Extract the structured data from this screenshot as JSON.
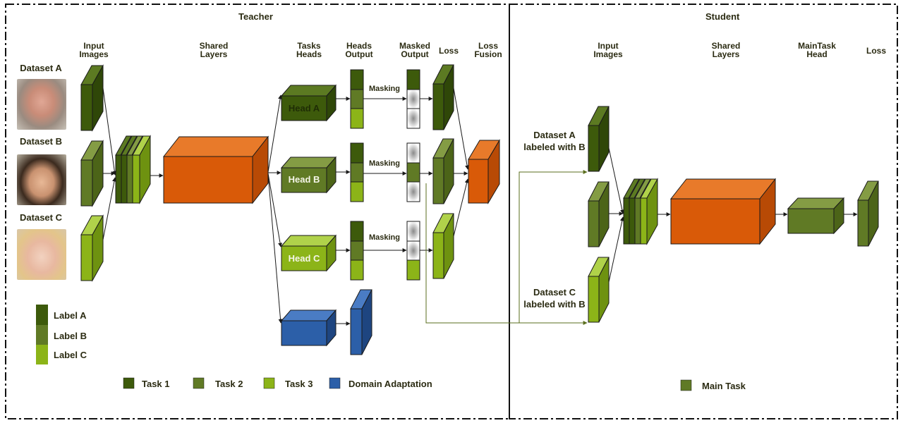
{
  "colors": {
    "task1": "#3d5a0b",
    "task2": "#607a25",
    "task3": "#8cb418",
    "shared": "#d95a08",
    "domain": "#2c5fa8",
    "main_task": "#607a25",
    "edge": "#1a1a1a",
    "teacher_student_link": "#5a6e1e"
  },
  "teacher": {
    "title": "Teacher",
    "headers": {
      "input_images": [
        "Input",
        "Images"
      ],
      "shared_layers": [
        "Shared",
        "Layers"
      ],
      "tasks_heads": [
        "Tasks",
        "Heads"
      ],
      "heads_output": [
        "Heads",
        "Output"
      ],
      "masked_output": [
        "Masked",
        "Output"
      ],
      "loss": "Loss",
      "loss_fusion": [
        "Loss",
        "Fusion"
      ]
    },
    "datasets": [
      "Dataset A",
      "Dataset B",
      "Dataset C"
    ],
    "heads": [
      "Head A",
      "Head B",
      "Head C"
    ],
    "masking": "Masking",
    "label_legend": [
      "Label A",
      "Label B",
      "Label C"
    ],
    "task_legend": [
      "Task 1",
      "Task 2",
      "Task 3",
      "Domain Adaptation"
    ]
  },
  "student": {
    "title": "Student",
    "headers": {
      "input_images": [
        "Input",
        "Images"
      ],
      "shared_layers": [
        "Shared",
        "Layers"
      ],
      "maintask_head": [
        "MainTask",
        "Head"
      ],
      "loss": "Loss"
    },
    "dataset_a": [
      "Dataset A",
      "labeled with B"
    ],
    "dataset_c": [
      "Dataset C",
      "labeled with B"
    ],
    "legend": "Main Task"
  }
}
